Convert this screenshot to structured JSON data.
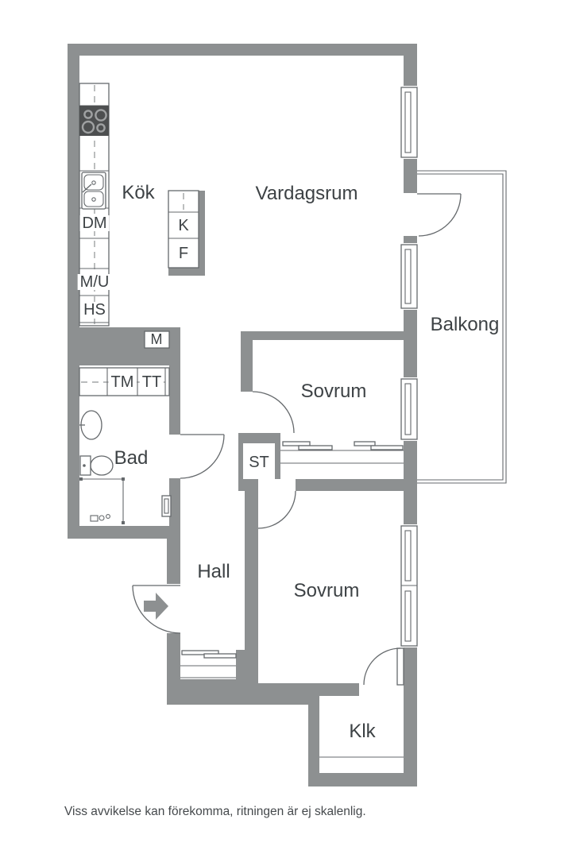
{
  "rooms": {
    "kitchen": "Kök",
    "living": "Vardagsrum",
    "balcony": "Balkong",
    "bedroom1": "Sovrum",
    "bedroom2": "Sovrum",
    "bathroom": "Bad",
    "hall": "Hall",
    "walk_in_closet": "Klk"
  },
  "fixtures": {
    "st": "ST",
    "dm": "DM",
    "mu": "M/U",
    "hs": "HS",
    "m": "M",
    "tm": "TM",
    "tt": "TT",
    "k": "K",
    "f": "F"
  },
  "footer": {
    "disclaimer": "Viss avvikelse kan förekomma, ritningen är ej skalenlig."
  },
  "colors": {
    "wall": "#8d9091",
    "line": "#65696c",
    "text": "#3d4245",
    "stove": "#4d4f50"
  }
}
